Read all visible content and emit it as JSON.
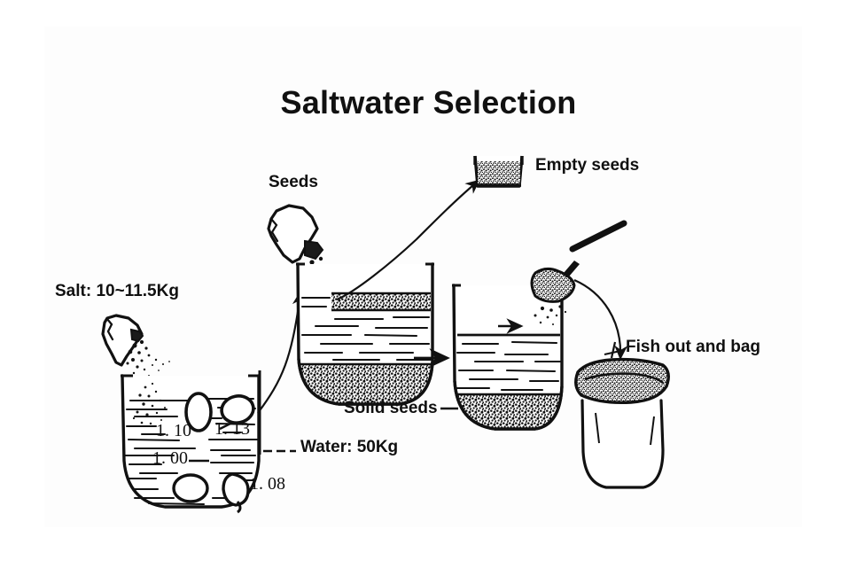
{
  "slide": {
    "title": "Saltwater Selection",
    "background_color": "#ffffff",
    "ink_color": "#111111"
  },
  "labels": {
    "salt": "Salt: 10~11.5Kg",
    "seeds": "Seeds",
    "empty_seeds": "Empty seeds",
    "solid_seeds": "Solid seeds",
    "fish_out_and_bag": "Fish out and bag",
    "water": "Water: 50Kg"
  },
  "diagram": {
    "density_readings": [
      "1. 10",
      "1. 13",
      "1. 00",
      "1. 08"
    ],
    "stages": [
      {
        "name": "brine-basin",
        "caption": "Salt: 10~11.5Kg",
        "secondary_caption": "Water: 50Kg",
        "markings": [
          "1. 10",
          "1. 13",
          "1. 00",
          "1. 08"
        ]
      },
      {
        "name": "seed-soak-vessel",
        "caption": "Seeds",
        "layers": [
          "floating empty seeds",
          "brine",
          "solid seeds"
        ]
      },
      {
        "name": "empty-seeds-basket",
        "caption": "Empty seeds"
      },
      {
        "name": "scoop-vessel",
        "caption": "Solid seeds"
      },
      {
        "name": "seed-bag",
        "caption": "Fish out and bag"
      }
    ]
  }
}
